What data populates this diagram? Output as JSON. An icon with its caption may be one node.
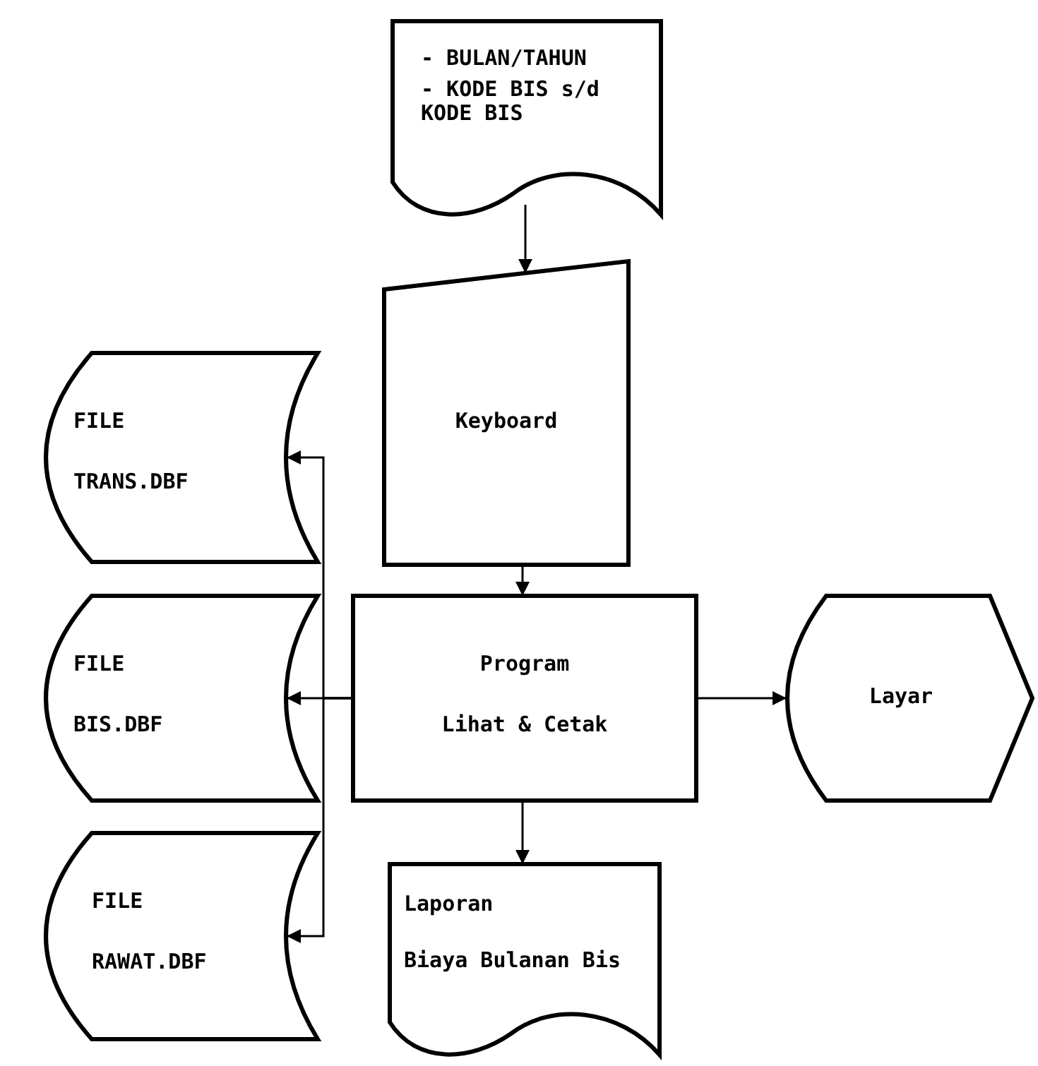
{
  "diagram": {
    "nodes": [
      {
        "text": [
          "- BULAN/TAHUN",
          "- KODE BIS s/d KODE BIS"
        ]
      },
      {
        "text": [
          "Keyboard"
        ]
      },
      {
        "text": [
          "FILE",
          "TRANS.DBF"
        ]
      },
      {
        "text": [
          "FILE",
          "BIS.DBF"
        ]
      },
      {
        "text": [
          "FILE",
          "RAWAT.DBF"
        ]
      },
      {
        "text": [
          "Program",
          "Lihat & Cetak"
        ]
      },
      {
        "text": [
          "Layar"
        ]
      },
      {
        "text": [
          "Laporan",
          "Biaya Bulanan Bis"
        ]
      }
    ],
    "edges": [
      {
        "from": 0,
        "to": 1,
        "arrow": "to"
      },
      {
        "from": 1,
        "to": 5,
        "arrow": "to"
      },
      {
        "from": 5,
        "to": 2,
        "arrow": "to"
      },
      {
        "from": 5,
        "to": 3,
        "arrow": "to"
      },
      {
        "from": 5,
        "to": 4,
        "arrow": "to"
      },
      {
        "from": 5,
        "to": 6,
        "arrow": "to"
      },
      {
        "from": 5,
        "to": 7,
        "arrow": "to"
      }
    ]
  }
}
